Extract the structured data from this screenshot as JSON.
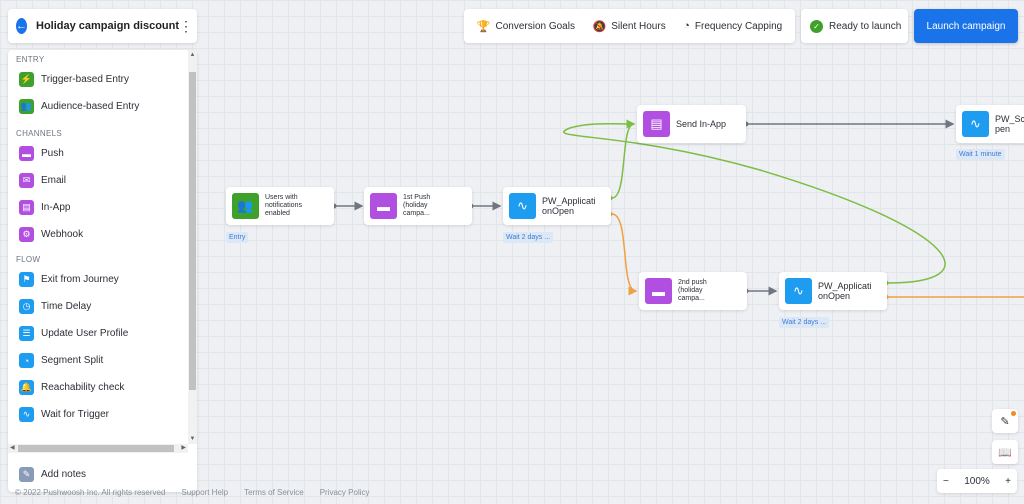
{
  "header": {
    "back_icon": "arrow-left-icon",
    "title": "Holiday campaign discount",
    "menu_icon": "kebab-icon"
  },
  "palette": {
    "sections": {
      "entry": "ENTRY",
      "channels": "CHANNELS",
      "flow": "FLOW"
    },
    "entry_items": [
      {
        "label": "Trigger-based Entry",
        "icon": "bolt-icon"
      },
      {
        "label": "Audience-based Entry",
        "icon": "users-icon"
      }
    ],
    "channel_items": [
      {
        "label": "Push",
        "icon": "push-icon"
      },
      {
        "label": "Email",
        "icon": "email-icon"
      },
      {
        "label": "In-App",
        "icon": "in-app-icon"
      },
      {
        "label": "Webhook",
        "icon": "webhook-icon"
      }
    ],
    "flow_items": [
      {
        "label": "Exit from Journey",
        "icon": "flag-icon"
      },
      {
        "label": "Time Delay",
        "icon": "clock-icon"
      },
      {
        "label": "Update User Profile",
        "icon": "user-edit-icon"
      },
      {
        "label": "Segment Split",
        "icon": "split-icon"
      },
      {
        "label": "Reachability check",
        "icon": "bell-icon"
      },
      {
        "label": "Wait for Trigger",
        "icon": "pulse-icon"
      }
    ],
    "add_notes": "Add notes"
  },
  "toolbar": {
    "conversion_goals": "Conversion Goals",
    "silent_hours": "Silent Hours",
    "frequency_capping": "Frequency Capping",
    "ready": "Ready to launch",
    "launch": "Launch campaign"
  },
  "canvas": {
    "nodes": {
      "entry": {
        "lines": [
          "Users with",
          "notifications",
          "enabled"
        ],
        "label": "Entry"
      },
      "push1": {
        "lines": [
          "1st Push",
          "(holiday",
          "campa..."
        ]
      },
      "wait1": {
        "lines": [
          "PW_Applicati",
          "onOpen"
        ],
        "label": "Wait 2 days ..."
      },
      "inapp": {
        "lines": [
          "Send In-App"
        ]
      },
      "wait3": {
        "lines": [
          "PW_Sc",
          "pen"
        ],
        "label": "Wait 1 minute"
      },
      "push2": {
        "lines": [
          "2nd push",
          "(holiday",
          "campa..."
        ]
      },
      "wait2": {
        "lines": [
          "PW_Applicati",
          "onOpen"
        ],
        "label": "Wait 2 days ..."
      }
    }
  },
  "controls": {
    "zoom_level": "100%",
    "zoom_out": "−",
    "zoom_in": "+"
  },
  "footer": {
    "copyright": "© 2022 Pushwoosh Inc. All rights reserved",
    "support": "Support Help",
    "terms": "Terms of Service",
    "privacy": "Privacy Policy"
  },
  "colors": {
    "accent": "#1a73e8",
    "green": "#3fa12c",
    "purple": "#b150e0",
    "blue": "#1e9cf0",
    "yes_wire": "#7cbd44",
    "no_wire": "#f0a040"
  }
}
